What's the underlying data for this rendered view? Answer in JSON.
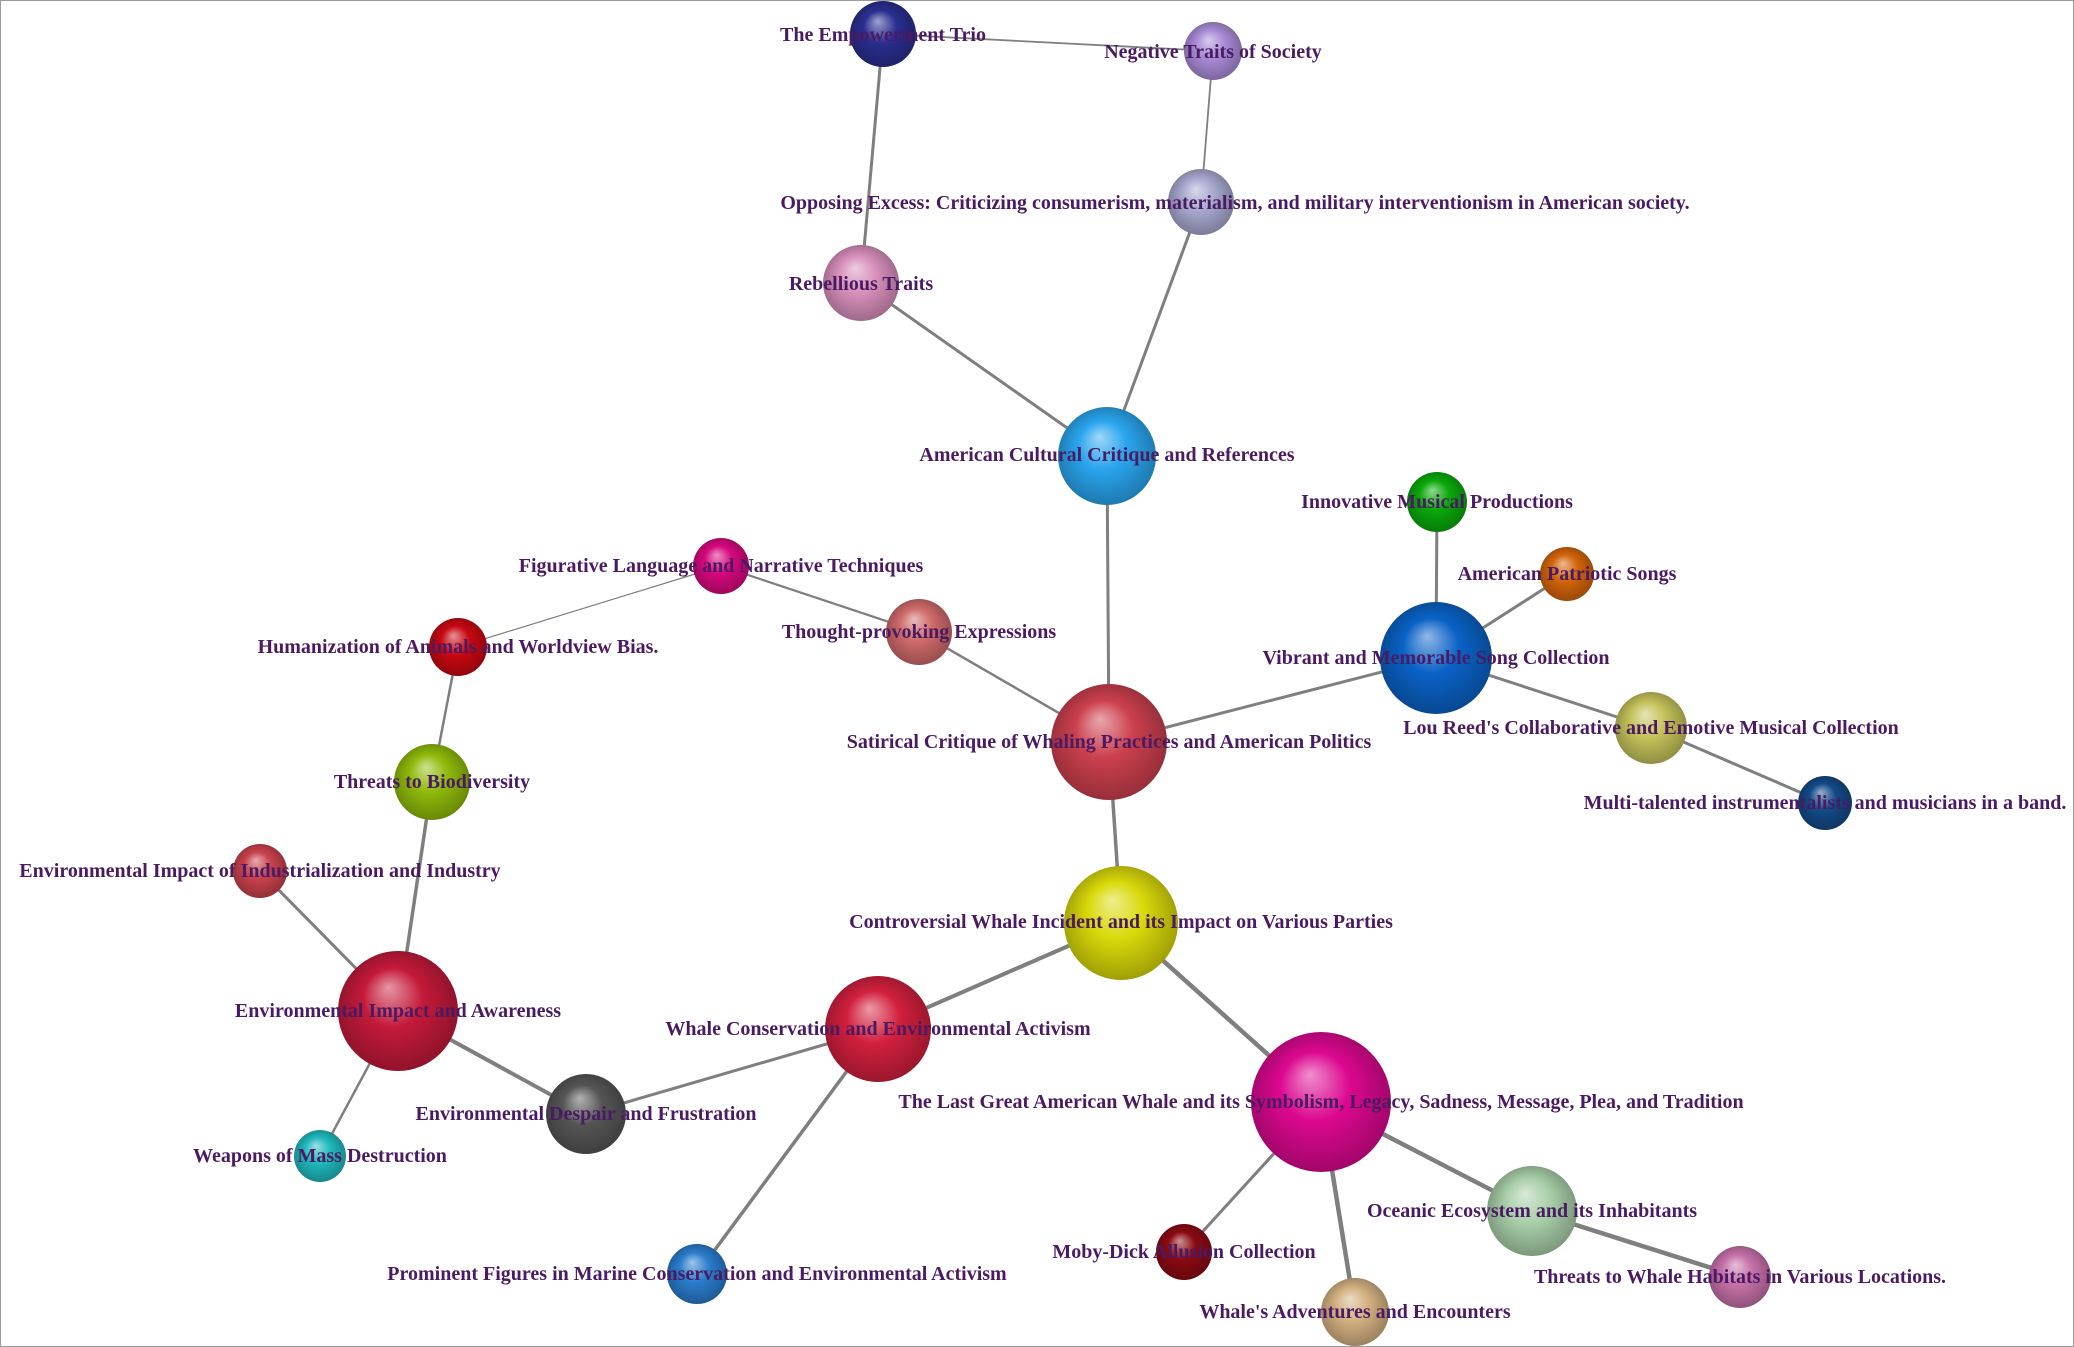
{
  "graph": {
    "nodes": [
      {
        "id": "empowerment",
        "label": "The Empowerment Trio",
        "color": "#2b2e8f"
      },
      {
        "id": "negative",
        "label": "Negative Traits of Society",
        "color": "#a98bd6"
      },
      {
        "id": "opposing",
        "label": "Opposing Excess: Criticizing consumerism, materialism, and military interventionism in American society.",
        "color": "#a7a8cf"
      },
      {
        "id": "rebellious",
        "label": "Rebellious Traits",
        "color": "#d88fbb"
      },
      {
        "id": "american_critique",
        "label": "American Cultural Critique and References",
        "color": "#2aa5ee"
      },
      {
        "id": "innovative",
        "label": "Innovative Musical Productions",
        "color": "#0aa80a"
      },
      {
        "id": "patriotic",
        "label": "American Patriotic Songs",
        "color": "#d2640a"
      },
      {
        "id": "figurative",
        "label": "Figurative Language and Narrative Techniques",
        "color": "#d6087e"
      },
      {
        "id": "humanization",
        "label": "Humanization of Animals and Worldview Bias.",
        "color": "#c80812"
      },
      {
        "id": "thought",
        "label": "Thought-provoking Expressions",
        "color": "#cf6a6a"
      },
      {
        "id": "vibrant",
        "label": "Vibrant and Memorable Song Collection",
        "color": "#0a62c6"
      },
      {
        "id": "lou_reed",
        "label": "Lou Reed's Collaborative and Emotive Musical Collection",
        "color": "#c4c25a"
      },
      {
        "id": "satirical",
        "label": "Satirical Critique of Whaling Practices and American Politics",
        "color": "#cc404e"
      },
      {
        "id": "multi",
        "label": "Multi-talented instrumentalists and musicians in a band.",
        "color": "#134a86"
      },
      {
        "id": "threats_bio",
        "label": "Threats to Biodiversity",
        "color": "#8fba0a"
      },
      {
        "id": "industrialization",
        "label": "Environmental Impact of Industrialization and Industry",
        "color": "#c8424c"
      },
      {
        "id": "controversial",
        "label": "Controversial Whale Incident and its Impact on Various Parties",
        "color": "#d9d90a"
      },
      {
        "id": "env_impact",
        "label": "Environmental Impact and Awareness",
        "color": "#c41a3a"
      },
      {
        "id": "whale_conservation",
        "label": "Whale Conservation and Environmental Activism",
        "color": "#d2203e"
      },
      {
        "id": "last_whale",
        "label": "The Last Great American Whale and its Symbolism, Legacy, Sadness, Message, Plea, and Tradition",
        "color": "#dc0890"
      },
      {
        "id": "despair",
        "label": "Environmental Despair and Frustration",
        "color": "#555555"
      },
      {
        "id": "wmd",
        "label": "Weapons of Mass Destruction",
        "color": "#20b8bd"
      },
      {
        "id": "oceanic",
        "label": "Oceanic Ecosystem and its Inhabitants",
        "color": "#a9cfa9"
      },
      {
        "id": "moby",
        "label": "Moby-Dick Allusion Collection",
        "color": "#8a0a12"
      },
      {
        "id": "prominent",
        "label": "Prominent Figures in Marine Conservation and Environmental Activism",
        "color": "#2a7ccc"
      },
      {
        "id": "habitats",
        "label": "Threats to Whale Habitats in Various Locations.",
        "color": "#c570a8"
      },
      {
        "id": "adventures",
        "label": "Whale's Adventures and Encounters",
        "color": "#d2b080"
      }
    ],
    "edges": [
      {
        "source": "empowerment",
        "target": "negative"
      },
      {
        "source": "empowerment",
        "target": "rebellious"
      },
      {
        "source": "negative",
        "target": "opposing"
      },
      {
        "source": "opposing",
        "target": "american_critique"
      },
      {
        "source": "rebellious",
        "target": "american_critique"
      },
      {
        "source": "american_critique",
        "target": "satirical"
      },
      {
        "source": "figurative",
        "target": "humanization"
      },
      {
        "source": "figurative",
        "target": "thought"
      },
      {
        "source": "thought",
        "target": "satirical"
      },
      {
        "source": "humanization",
        "target": "threats_bio"
      },
      {
        "source": "threats_bio",
        "target": "env_impact"
      },
      {
        "source": "industrialization",
        "target": "env_impact"
      },
      {
        "source": "env_impact",
        "target": "wmd"
      },
      {
        "source": "env_impact",
        "target": "despair"
      },
      {
        "source": "despair",
        "target": "whale_conservation"
      },
      {
        "source": "whale_conservation",
        "target": "controversial"
      },
      {
        "source": "whale_conservation",
        "target": "prominent"
      },
      {
        "source": "controversial",
        "target": "satirical"
      },
      {
        "source": "controversial",
        "target": "last_whale"
      },
      {
        "source": "satirical",
        "target": "vibrant"
      },
      {
        "source": "vibrant",
        "target": "innovative"
      },
      {
        "source": "vibrant",
        "target": "patriotic"
      },
      {
        "source": "vibrant",
        "target": "lou_reed"
      },
      {
        "source": "lou_reed",
        "target": "multi"
      },
      {
        "source": "last_whale",
        "target": "moby"
      },
      {
        "source": "last_whale",
        "target": "adventures"
      },
      {
        "source": "last_whale",
        "target": "oceanic"
      },
      {
        "source": "oceanic",
        "target": "habitats"
      }
    ]
  }
}
